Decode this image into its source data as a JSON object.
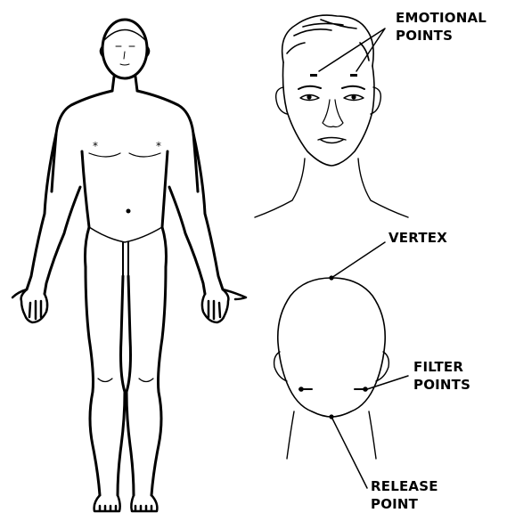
{
  "labels": {
    "emotional": [
      "EMOTIONAL",
      "POINTS"
    ],
    "vertex": "VERTEX",
    "filter": [
      "FILTER",
      "POINTS"
    ],
    "release": [
      "RELEASE",
      "POINT"
    ]
  },
  "colors": {
    "ink": "#000000",
    "background": "#ffffff"
  }
}
